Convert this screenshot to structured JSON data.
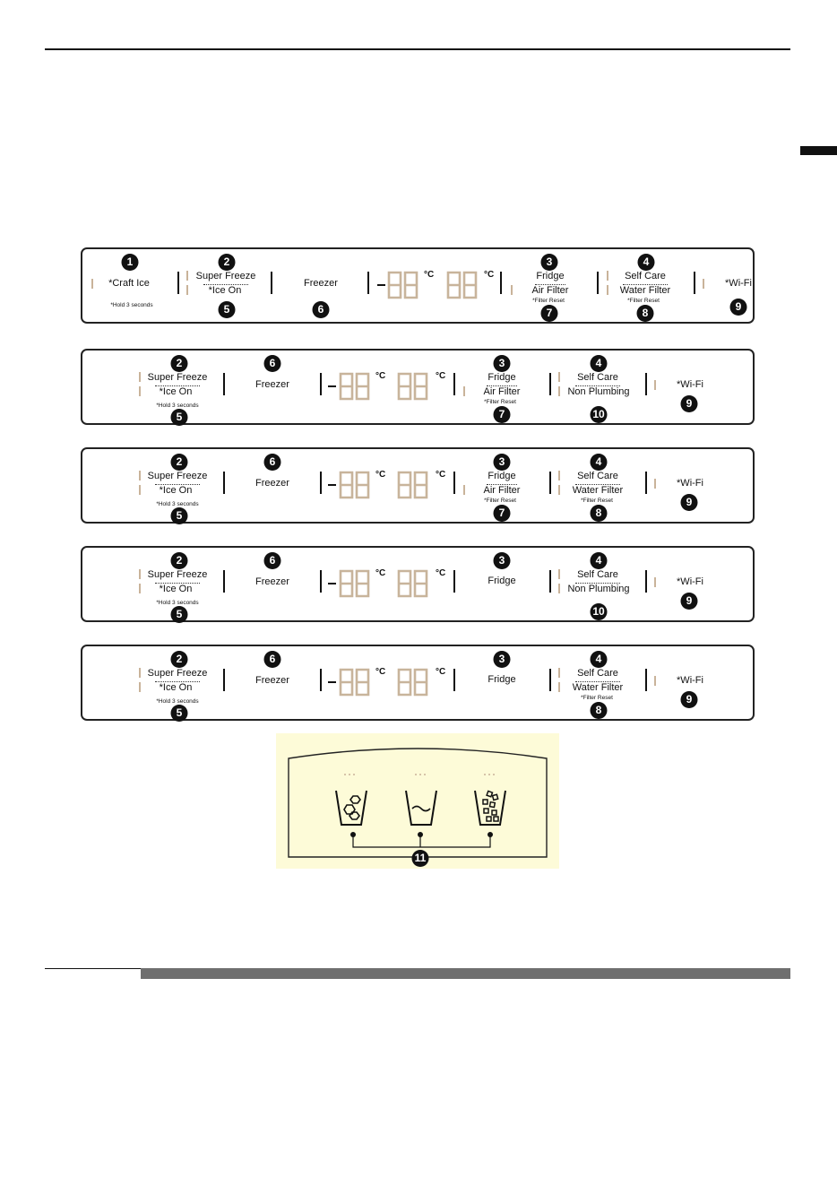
{
  "labels": {
    "craft_ice": "*Craft Ice",
    "super_freeze": "Super Freeze",
    "ice_on": "*Ice On",
    "freezer": "Freezer",
    "fridge": "Fridge",
    "air_filter": "Air Filter",
    "self_care": "Self Care",
    "water_filter": "Water Filter",
    "non_plumbing": "Non Plumbing",
    "wifi": "*Wi-Fi",
    "hold": "*Hold 3 seconds",
    "filter_reset": "*Filter Reset",
    "deg_c": "°C"
  },
  "callouts": [
    "1",
    "2",
    "3",
    "4",
    "5",
    "6",
    "7",
    "8",
    "9",
    "10",
    "11"
  ],
  "panels": [
    {
      "variant": "craft-ice",
      "fridge_section": "Air Filter",
      "right_section": "Water Filter"
    },
    {
      "variant": "standard",
      "fridge_section": "Air Filter",
      "right_section": "Non Plumbing"
    },
    {
      "variant": "standard",
      "fridge_section": "Air Filter",
      "right_section": "Water Filter"
    },
    {
      "variant": "standard",
      "fridge_section": "none",
      "right_section": "Non Plumbing"
    },
    {
      "variant": "standard",
      "fridge_section": "none",
      "right_section": "Water Filter"
    }
  ],
  "dispenser": {
    "icons": [
      "cubed-ice-icon",
      "water-icon",
      "crushed-ice-icon"
    ],
    "callout": "11"
  },
  "colors": {
    "indicator": "#c9b39a",
    "segment": "#c8b49b",
    "dispenser_bg": "#fdfbd8"
  }
}
